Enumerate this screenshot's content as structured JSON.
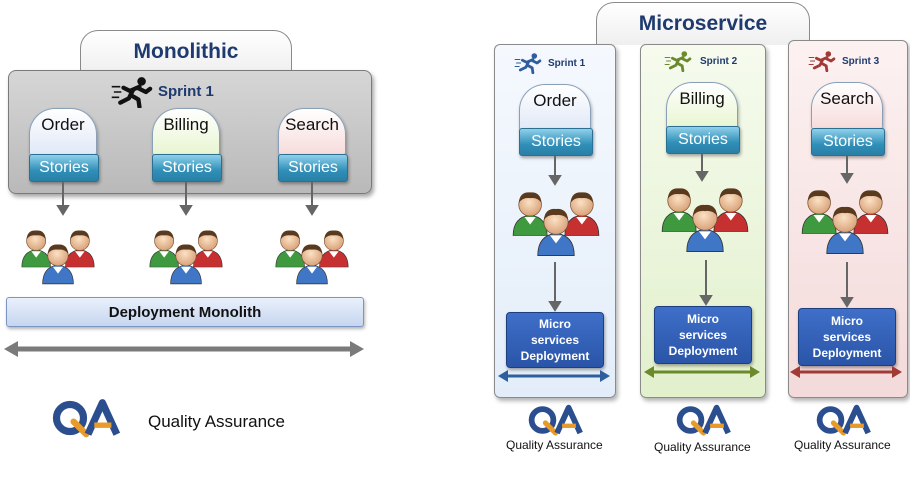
{
  "monolithic": {
    "title": "Monolithic",
    "sprint": "Sprint 1",
    "modules": [
      {
        "name": "Order",
        "stories": "Stories",
        "color": "#dfe8f7"
      },
      {
        "name": "Billing",
        "stories": "Stories",
        "color": "#e7f5cf"
      },
      {
        "name": "Search",
        "stories": "Stories",
        "color": "#f7dada"
      }
    ],
    "deployment": "Deployment Monolith",
    "qa": "Quality Assurance"
  },
  "microservice": {
    "title": "Microservice",
    "columns": [
      {
        "sprint": "Sprint 1",
        "module": "Order",
        "stories": "Stories",
        "deploy": [
          "Micro",
          "services",
          "Deployment"
        ],
        "qa": "Quality Assurance",
        "bg": "#e9f1fb",
        "arrow_color": "#2f5e9e",
        "runner_color": "#2f5e9e",
        "dome": "#dfe8f7"
      },
      {
        "sprint": "Sprint 2",
        "module": "Billing",
        "stories": "Stories",
        "deploy": [
          "Micro",
          "services",
          "Deployment"
        ],
        "qa": "Quality Assurance",
        "bg": "#e9f4d6",
        "arrow_color": "#6b8a2c",
        "runner_color": "#6b8a2c",
        "dome": "#e7f5cf"
      },
      {
        "sprint": "Sprint 3",
        "module": "Search",
        "stories": "Stories",
        "deploy": [
          "Micro",
          "services",
          "Deployment"
        ],
        "qa": "Quality Assurance",
        "bg": "#f8e3e3",
        "arrow_color": "#a13a36",
        "runner_color": "#a13a36",
        "dome": "#f7dada"
      }
    ]
  },
  "icons": {
    "runner": "runner-icon",
    "team": "team-icon",
    "qa_logo": "qa-logo-icon"
  }
}
